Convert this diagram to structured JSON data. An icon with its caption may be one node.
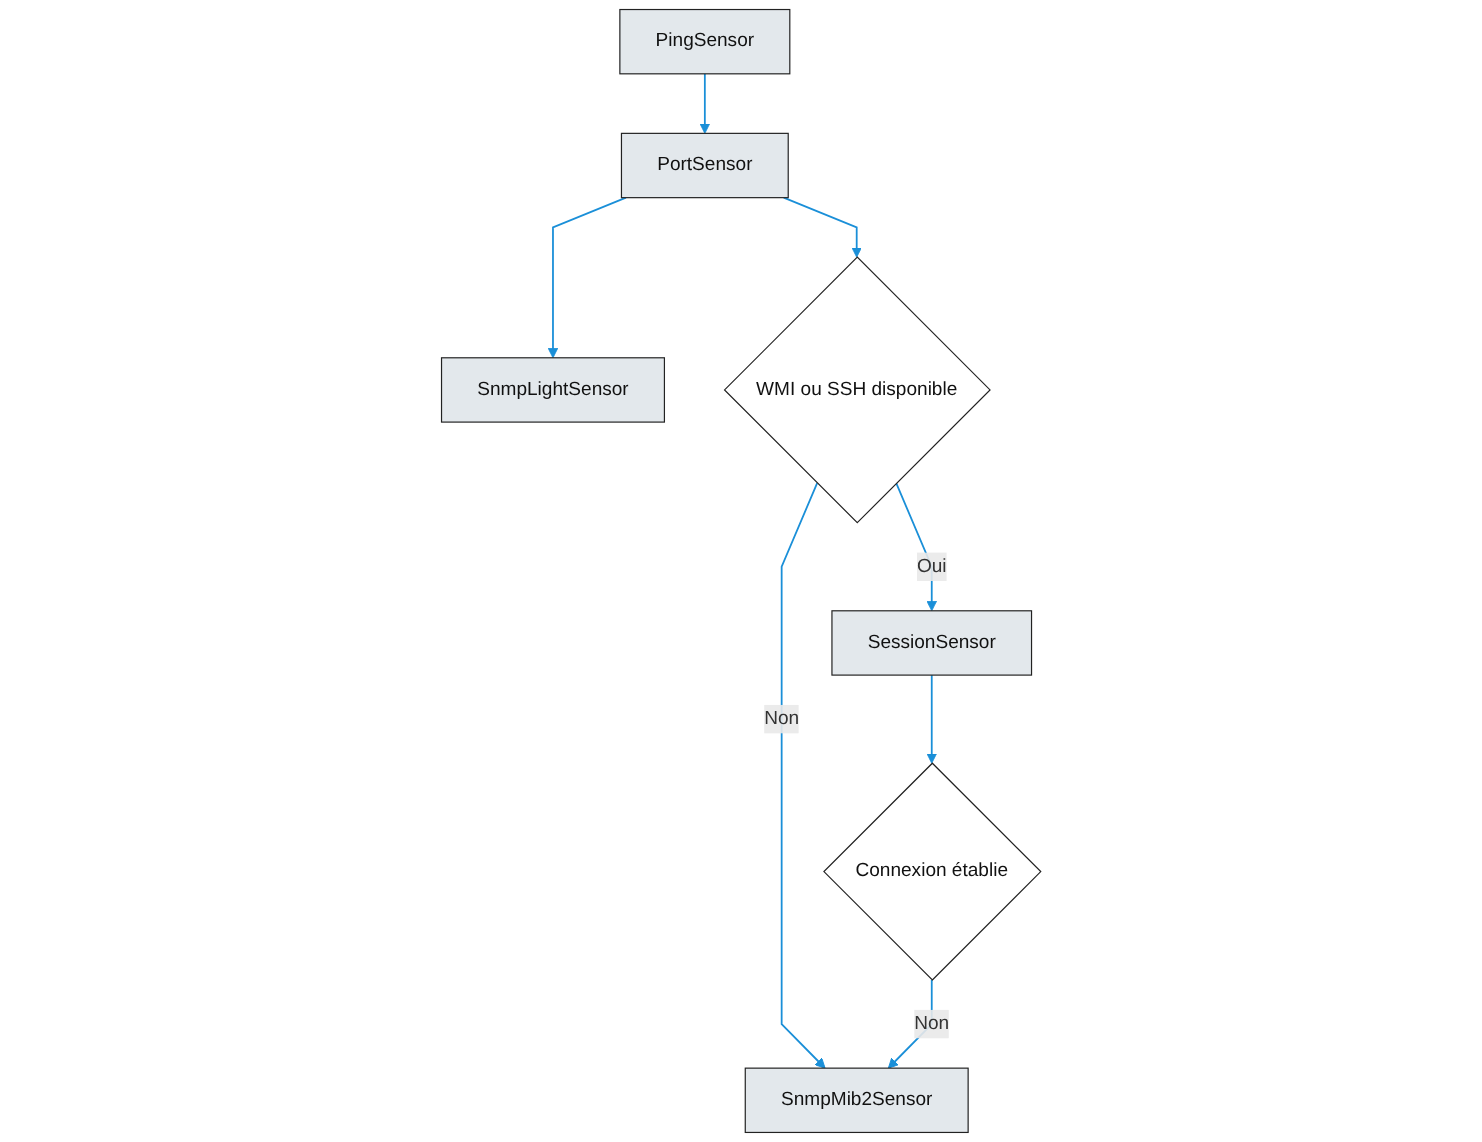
{
  "diagram": {
    "nodes": [
      {
        "text": [
          "PingSensor"
        ]
      },
      {
        "text": [
          "PortSensor"
        ]
      },
      {
        "text": [
          "SnmpLightSensor"
        ]
      },
      {
        "text": [
          "WMI ou SSH disponible"
        ]
      },
      {
        "text": [
          "SessionSensor"
        ]
      },
      {
        "text": [
          "Connexion établie"
        ]
      },
      {
        "text": [
          "SnmpMib2Sensor"
        ]
      }
    ],
    "edges": [
      {
        "from": 0,
        "to": 1,
        "arrow": "to"
      },
      {
        "from": 1,
        "to": 2,
        "arrow": "to"
      },
      {
        "from": 1,
        "to": 3,
        "arrow": "to"
      },
      {
        "from": 3,
        "to": 6,
        "label": "Non",
        "arrow": "to"
      },
      {
        "from": 3,
        "to": 4,
        "label": "Oui",
        "arrow": "to"
      },
      {
        "from": 4,
        "to": 5,
        "arrow": "to"
      },
      {
        "from": 5,
        "to": 6,
        "label": "Non",
        "arrow": "to"
      }
    ]
  }
}
